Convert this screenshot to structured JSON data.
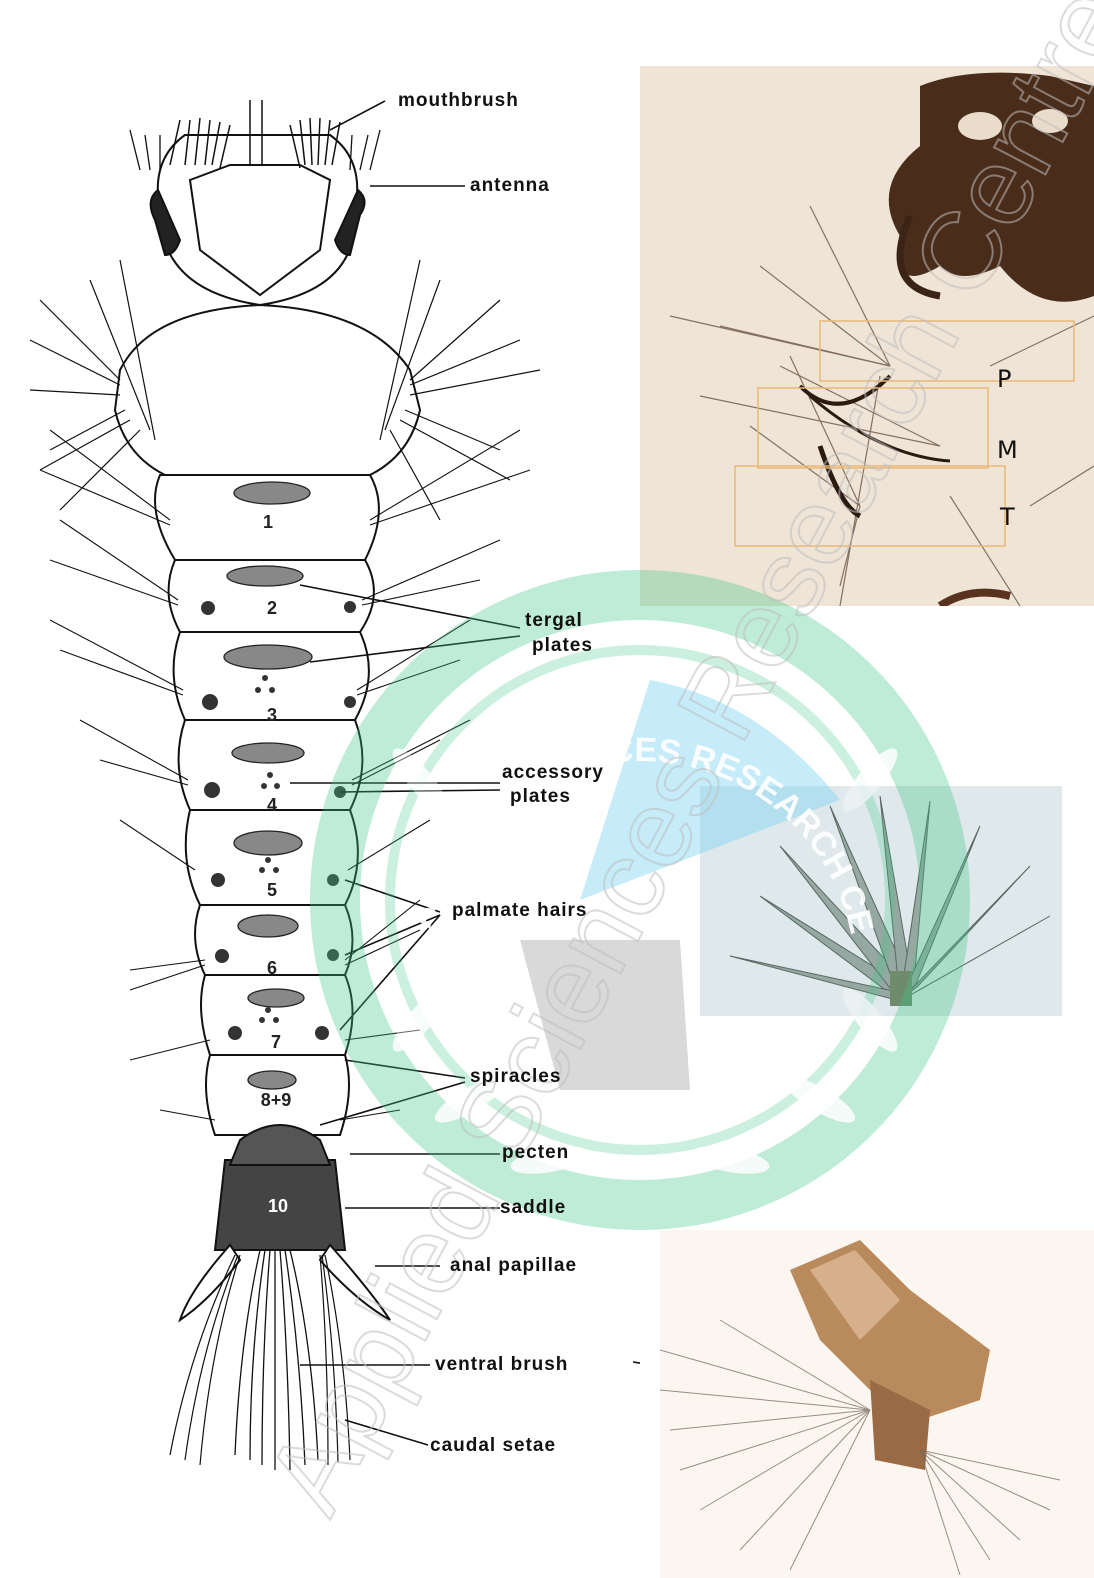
{
  "labels": {
    "mouthbrush": "mouthbrush",
    "antenna": "antenna",
    "tergal_plates_1": "tergal",
    "tergal_plates_2": "plates",
    "accessory_plates_1": "accessory",
    "accessory_plates_2": "plates",
    "palmate_hairs": "palmate hairs",
    "spiracles": "spiracles",
    "pecten": "pecten",
    "saddle": "saddle",
    "anal_papillae": "anal papillae",
    "ventral_brush": "ventral brush",
    "caudal_setae": "caudal setae"
  },
  "segments": [
    "1",
    "2",
    "3",
    "4",
    "5",
    "6",
    "7",
    "8+9",
    "10"
  ],
  "photo_labels": {
    "p": "P",
    "m": "M",
    "t": "T"
  },
  "watermark": {
    "arc_text": "APPLIED SCIENCES RESEARCH CENTER",
    "diagonal_text": "Applied Sciences Research Centre",
    "ring_color": "#3fc487",
    "wedge_color": "#7fd3f2"
  }
}
